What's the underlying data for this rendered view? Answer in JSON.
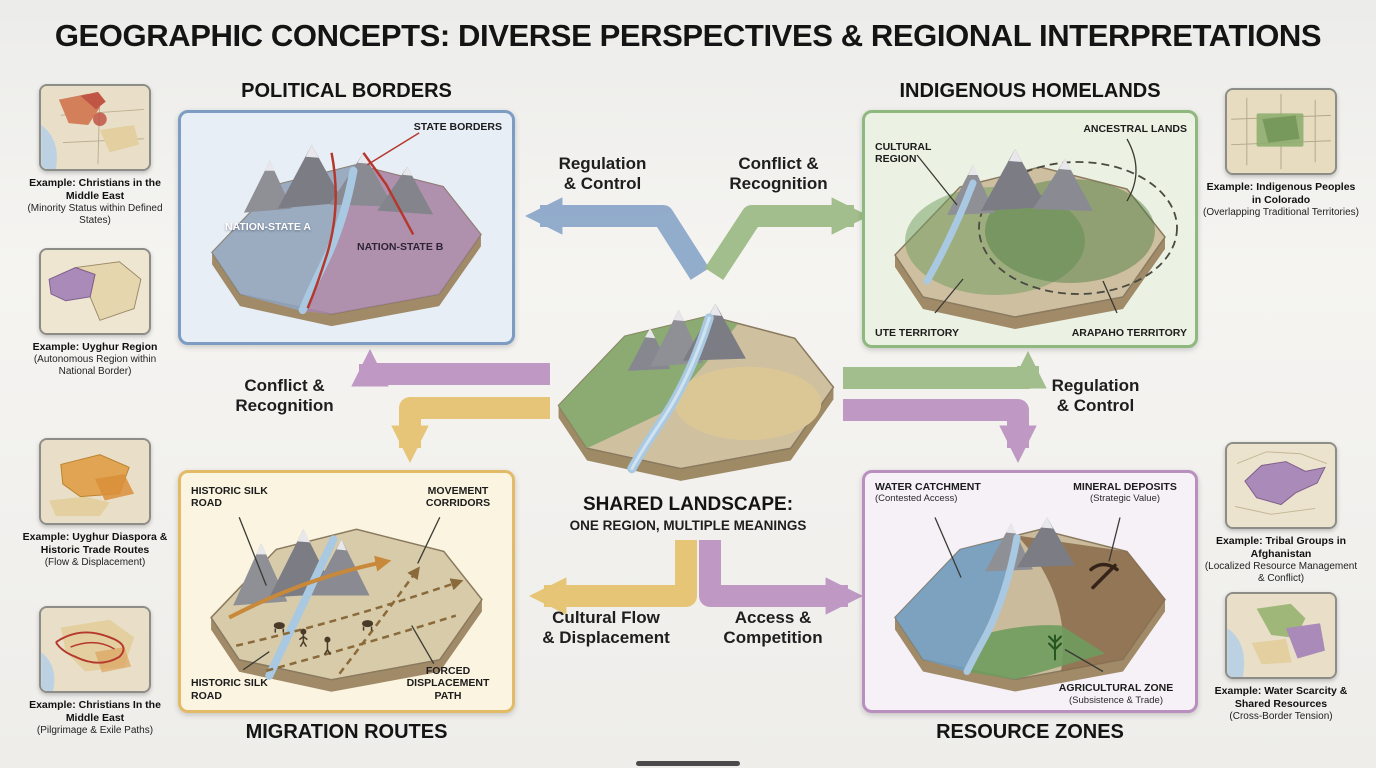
{
  "title": "GEOGRAPHIC CONCEPTS: DIVERSE PERSPECTIVES & REGIONAL INTERPRETATIONS",
  "center": {
    "heading": "SHARED LANDSCAPE:",
    "subheading": "ONE REGION, MULTIPLE MEANINGS"
  },
  "panels": {
    "political": {
      "title": "POLITICAL BORDERS",
      "labels": {
        "state_borders": "STATE BORDERS",
        "nation_a": "NATION-STATE A",
        "nation_b": "NATION-STATE B"
      }
    },
    "indigenous": {
      "title": "INDIGENOUS HOMELANDS",
      "labels": {
        "cultural_region": "CULTURAL REGION",
        "ancestral_lands": "ANCESTRAL LANDS",
        "ute_territory": "UTE TERRITORY",
        "arapaho_territory": "ARAPAHO TERRITORY"
      }
    },
    "migration": {
      "title": "MIGRATION ROUTES",
      "labels": {
        "silk_road_top": "HISTORIC SILK ROAD",
        "movement_corridors": "MOVEMENT CORRIDORS",
        "silk_road_bottom": "HISTORIC SILK ROAD",
        "forced_displacement": "FORCED DISPLACEMENT PATH"
      }
    },
    "resource": {
      "title": "RESOURCE ZONES",
      "labels": {
        "water_catchment": "WATER CATCHMENT",
        "water_catchment_note": "(Contested Access)",
        "mineral_deposits": "MINERAL DEPOSITS",
        "mineral_deposits_note": "(Strategic Value)",
        "agricultural_zone": "AGRICULTURAL ZONE",
        "agricultural_zone_note": "(Subsistence & Trade)"
      }
    }
  },
  "arrow_labels": {
    "regulation_control_top": {
      "line1": "Regulation",
      "line2": "& Control"
    },
    "conflict_recognition_top": {
      "line1": "Conflict &",
      "line2": "Recognition"
    },
    "conflict_recognition_left": {
      "line1": "Conflict &",
      "line2": "Recognition"
    },
    "regulation_control_right": {
      "line1": "Regulation",
      "line2": "& Control"
    },
    "cultural_flow_bottom": {
      "line1": "Cultural Flow",
      "line2": "& Displacement"
    },
    "access_competition_bottom": {
      "line1": "Access &",
      "line2": "Competition"
    }
  },
  "left_examples": [
    {
      "title": "Example: Christians in the Middle East",
      "note": "(Minority Status within Defined States)",
      "map_icon": "middle-east-minority-map"
    },
    {
      "title": "Example: Uyghur Region",
      "note": "(Autonomous Region within National Border)",
      "map_icon": "uyghur-region-map"
    },
    {
      "title": "Example: Uyghur Diaspora & Historic Trade Routes",
      "note": "(Flow & Displacement)",
      "map_icon": "uyghur-diaspora-map"
    },
    {
      "title": "Example: Christians In the Middle East",
      "note": "(Pilgrimage & Exile Paths)",
      "map_icon": "middle-east-paths-map"
    }
  ],
  "right_examples": [
    {
      "title": "Example: Indigenous Peoples in Colorado",
      "note": "(Overlapping Traditional Territories)",
      "map_icon": "colorado-territories-map"
    },
    {
      "title": "Example: Tribal Groups in Afghanistan",
      "note": "(Localized Resource Management & Conflict)",
      "map_icon": "afghanistan-map"
    },
    {
      "title": "Example: Water Scarcity & Shared Resources",
      "note": "(Cross-Border Tension)",
      "map_icon": "water-scarcity-map"
    }
  ],
  "colors": {
    "political_accent": "#7d9cc4",
    "indigenous_accent": "#8fb87e",
    "migration_accent": "#e3bb66",
    "resource_accent": "#b98fc0",
    "state_border_red": "#b5382e"
  }
}
